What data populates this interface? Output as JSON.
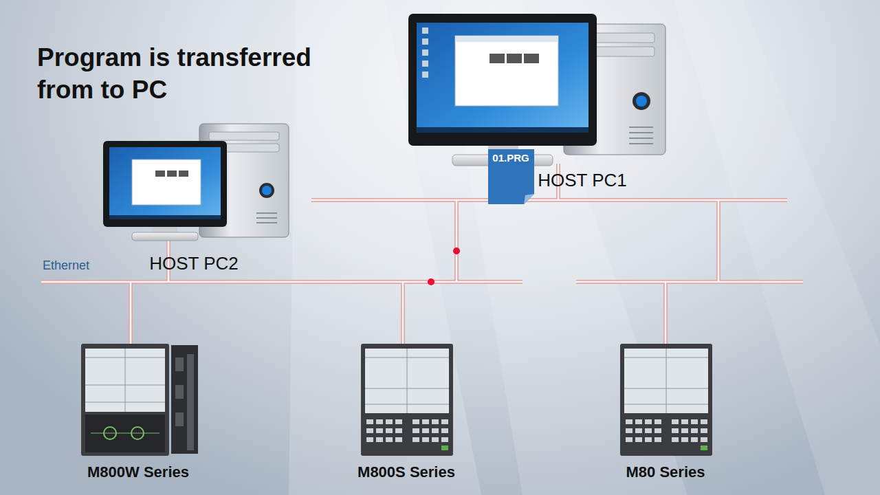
{
  "diagram": {
    "title": "Program is transferred from to PC",
    "nodes": [
      {
        "text": [
          "HOST PC1"
        ]
      },
      {
        "text": [
          "HOST PC2"
        ]
      },
      {
        "text": [
          "M800W Series"
        ]
      },
      {
        "text": [
          "M800S Series"
        ]
      },
      {
        "text": [
          "M80 Series"
        ]
      }
    ],
    "labels": [
      "01.PRG",
      "Ethernet"
    ]
  }
}
